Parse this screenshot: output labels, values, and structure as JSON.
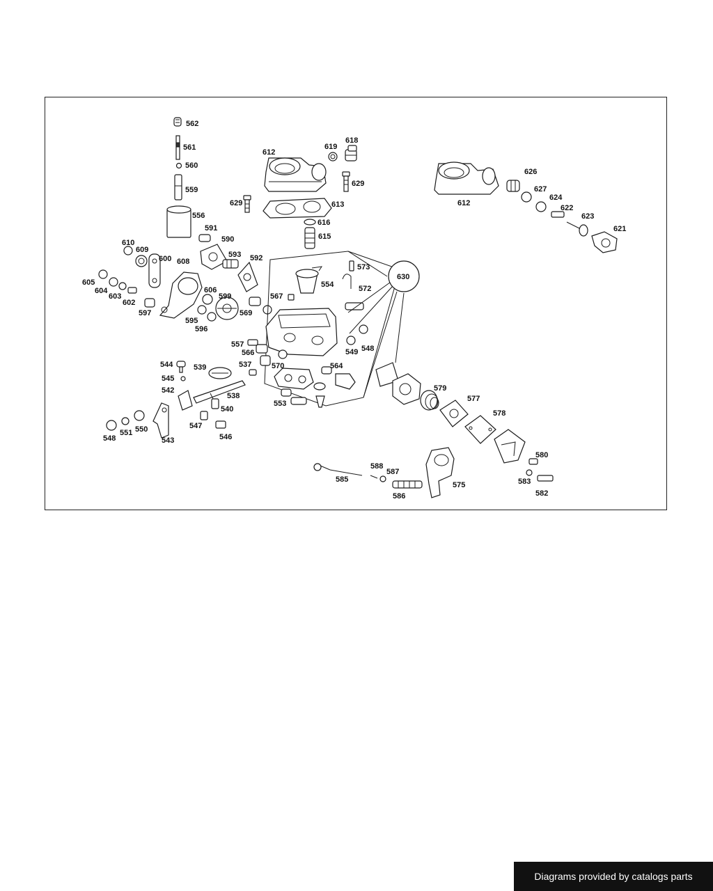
{
  "footer": {
    "text": "Diagrams provided by catalogs parts"
  },
  "diagram": {
    "labels": [
      {
        "id": "562",
        "t": "562"
      },
      {
        "id": "561",
        "t": "561"
      },
      {
        "id": "560",
        "t": "560"
      },
      {
        "id": "559",
        "t": "559"
      },
      {
        "id": "556",
        "t": "556"
      },
      {
        "id": "612a",
        "t": "612"
      },
      {
        "id": "619",
        "t": "619"
      },
      {
        "id": "618",
        "t": "618"
      },
      {
        "id": "629a",
        "t": "629"
      },
      {
        "id": "629b",
        "t": "629"
      },
      {
        "id": "613",
        "t": "613"
      },
      {
        "id": "616",
        "t": "616"
      },
      {
        "id": "615",
        "t": "615"
      },
      {
        "id": "612b",
        "t": "612"
      },
      {
        "id": "626",
        "t": "626"
      },
      {
        "id": "627",
        "t": "627"
      },
      {
        "id": "624",
        "t": "624"
      },
      {
        "id": "622",
        "t": "622"
      },
      {
        "id": "623",
        "t": "623"
      },
      {
        "id": "621",
        "t": "621"
      },
      {
        "id": "591",
        "t": "591"
      },
      {
        "id": "590",
        "t": "590"
      },
      {
        "id": "610",
        "t": "610"
      },
      {
        "id": "609",
        "t": "609"
      },
      {
        "id": "600",
        "t": "600"
      },
      {
        "id": "608",
        "t": "608"
      },
      {
        "id": "593",
        "t": "593"
      },
      {
        "id": "592",
        "t": "592"
      },
      {
        "id": "573",
        "t": "573"
      },
      {
        "id": "630",
        "t": "630"
      },
      {
        "id": "554",
        "t": "554"
      },
      {
        "id": "572",
        "t": "572"
      },
      {
        "id": "605",
        "t": "605"
      },
      {
        "id": "604",
        "t": "604"
      },
      {
        "id": "603",
        "t": "603"
      },
      {
        "id": "602",
        "t": "602"
      },
      {
        "id": "606",
        "t": "606"
      },
      {
        "id": "599",
        "t": "599"
      },
      {
        "id": "567",
        "t": "567"
      },
      {
        "id": "597",
        "t": "597"
      },
      {
        "id": "569",
        "t": "569"
      },
      {
        "id": "595",
        "t": "595"
      },
      {
        "id": "596",
        "t": "596"
      },
      {
        "id": "557",
        "t": "557"
      },
      {
        "id": "566",
        "t": "566"
      },
      {
        "id": "549",
        "t": "549"
      },
      {
        "id": "548a",
        "t": "548"
      },
      {
        "id": "544",
        "t": "544"
      },
      {
        "id": "539",
        "t": "539"
      },
      {
        "id": "537",
        "t": "537"
      },
      {
        "id": "570",
        "t": "570"
      },
      {
        "id": "564",
        "t": "564"
      },
      {
        "id": "545",
        "t": "545"
      },
      {
        "id": "542",
        "t": "542"
      },
      {
        "id": "538",
        "t": "538"
      },
      {
        "id": "579",
        "t": "579"
      },
      {
        "id": "553",
        "t": "553"
      },
      {
        "id": "540",
        "t": "540"
      },
      {
        "id": "577",
        "t": "577"
      },
      {
        "id": "547",
        "t": "547"
      },
      {
        "id": "578",
        "t": "578"
      },
      {
        "id": "548b",
        "t": "548"
      },
      {
        "id": "551",
        "t": "551"
      },
      {
        "id": "550",
        "t": "550"
      },
      {
        "id": "546",
        "t": "546"
      },
      {
        "id": "543",
        "t": "543"
      },
      {
        "id": "580",
        "t": "580"
      },
      {
        "id": "588",
        "t": "588"
      },
      {
        "id": "587",
        "t": "587"
      },
      {
        "id": "585",
        "t": "585"
      },
      {
        "id": "575",
        "t": "575"
      },
      {
        "id": "583",
        "t": "583"
      },
      {
        "id": "586",
        "t": "586"
      },
      {
        "id": "582",
        "t": "582"
      }
    ]
  }
}
